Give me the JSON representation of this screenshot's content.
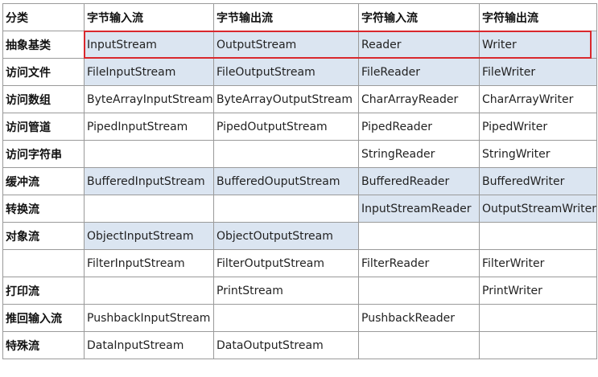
{
  "table": {
    "headers": [
      "分类",
      "字节输入流",
      "字节输出流",
      "字符输入流",
      "字符输出流"
    ],
    "rows": [
      {
        "category": "抽象基类",
        "cells": [
          "InputStream",
          "OutputStream",
          "Reader",
          "Writer"
        ],
        "highlighted": [
          true,
          true,
          true,
          true
        ]
      },
      {
        "category": "访问文件",
        "cells": [
          "FileInputStream",
          "FileOutputStream",
          "FileReader",
          "FileWriter"
        ],
        "highlighted": [
          true,
          true,
          true,
          true
        ]
      },
      {
        "category": "访问数组",
        "cells": [
          "ByteArrayInputStream",
          "ByteArrayOutputStream",
          "CharArrayReader",
          "CharArrayWriter"
        ],
        "highlighted": [
          false,
          false,
          false,
          false
        ]
      },
      {
        "category": "访问管道",
        "cells": [
          "PipedInputStream",
          "PipedOutputStream",
          "PipedReader",
          "PipedWriter"
        ],
        "highlighted": [
          false,
          false,
          false,
          false
        ]
      },
      {
        "category": "访问字符串",
        "cells": [
          "",
          "",
          "StringReader",
          "StringWriter"
        ],
        "highlighted": [
          false,
          false,
          false,
          false
        ]
      },
      {
        "category": "缓冲流",
        "cells": [
          "BufferedInputStream",
          "BufferedOuputStream",
          "BufferedReader",
          "BufferedWriter"
        ],
        "highlighted": [
          true,
          true,
          true,
          true
        ]
      },
      {
        "category": "转换流",
        "cells": [
          "",
          "",
          "InputStreamReader",
          "OutputStreamWriter"
        ],
        "highlighted": [
          false,
          false,
          true,
          true
        ]
      },
      {
        "category": "对象流",
        "cells": [
          "ObjectInputStream",
          "ObjectOutputStream",
          "",
          ""
        ],
        "highlighted": [
          true,
          true,
          false,
          false
        ]
      },
      {
        "category": "",
        "cells": [
          "FilterInputStream",
          "FilterOutputStream",
          "FilterReader",
          "FilterWriter"
        ],
        "highlighted": [
          false,
          false,
          false,
          false
        ]
      },
      {
        "category": "打印流",
        "cells": [
          "",
          "PrintStream",
          "",
          "PrintWriter"
        ],
        "highlighted": [
          false,
          false,
          false,
          false
        ]
      },
      {
        "category": "推回输入流",
        "cells": [
          "PushbackInputStream",
          "",
          "PushbackReader",
          ""
        ],
        "highlighted": [
          false,
          false,
          false,
          false
        ]
      },
      {
        "category": "特殊流",
        "cells": [
          "DataInputStream",
          "DataOutputStream",
          "",
          ""
        ],
        "highlighted": [
          false,
          false,
          false,
          false
        ]
      }
    ]
  },
  "colors": {
    "highlight_fill": "#dbe5f1",
    "outline_red": "#d9282d",
    "grid": "#9a9a9a"
  }
}
